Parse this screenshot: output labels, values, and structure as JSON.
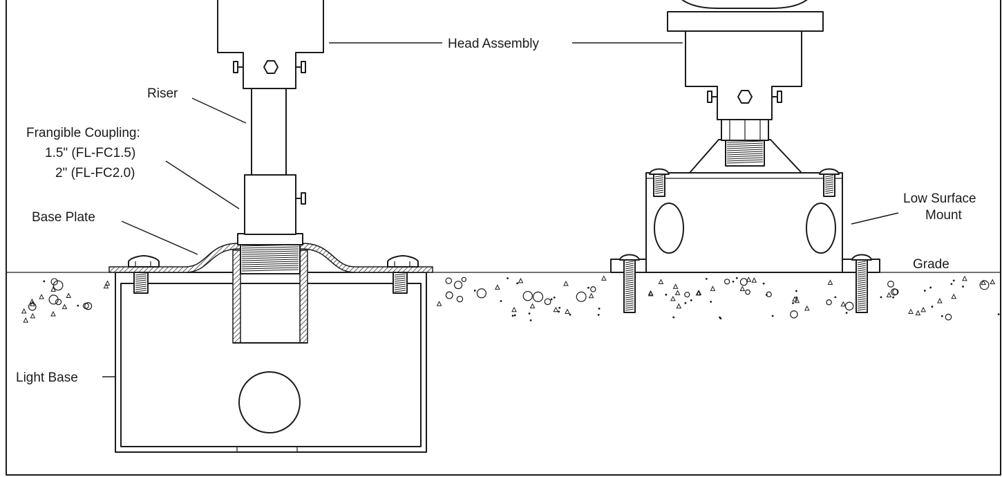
{
  "labels": {
    "head_assembly": "Head Assembly",
    "riser": "Riser",
    "coupling_line1": "Frangible Coupling:",
    "coupling_line2": "1.5\" (FL-FC1.5)",
    "coupling_line3": "2\" (FL-FC2.0)",
    "base_plate": "Base Plate",
    "light_base": "Light Base",
    "low_surface_line1": "Low Surface",
    "low_surface_line2": "Mount",
    "grade": "Grade"
  },
  "colors": {
    "line": "#1a1a1a",
    "background": "#ffffff"
  }
}
